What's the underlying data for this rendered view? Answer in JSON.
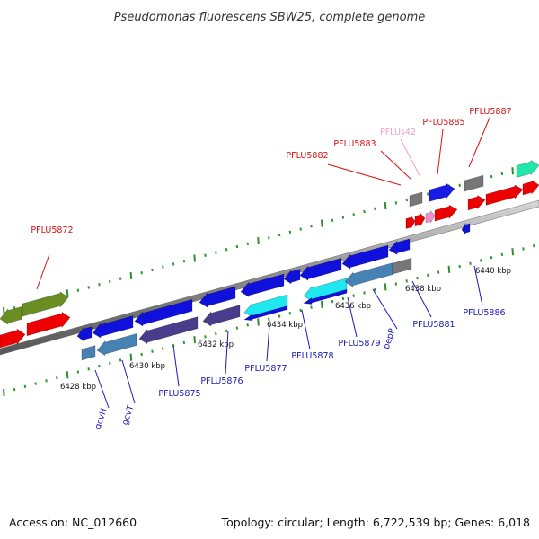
{
  "title": "Pseudomonas fluorescens SBW25, complete genome",
  "footer": {
    "accession": "Accession: NC_012660",
    "summary": "Topology: circular; Length: 6,722,539 bp; Genes: 6,018"
  },
  "colors": {
    "forward_label": "#dd1111",
    "reverse_label": "#1a1ab8",
    "pseudo_label": "#f0a0cc",
    "backbone": "#8a8a8a",
    "tick_minor": "#2a9a2a",
    "tick_major": "#2f8f2f"
  },
  "kbp_ticks": [
    {
      "label": "6428 kbp"
    },
    {
      "label": "6430 kbp"
    },
    {
      "label": "6432 kbp"
    },
    {
      "label": "6434 kbp"
    },
    {
      "label": "6436 kbp"
    },
    {
      "label": "6438 kbp"
    },
    {
      "label": "6440 kbp"
    }
  ],
  "forward_labels": [
    {
      "text": "PFLU5872"
    },
    {
      "text": "PFLU5882"
    },
    {
      "text": "PFLU5883"
    },
    {
      "text": "PFLUs42"
    },
    {
      "text": "PFLU5885"
    },
    {
      "text": "PFLU5887"
    }
  ],
  "reverse_labels": [
    {
      "text": "gcvH"
    },
    {
      "text": "gcvT"
    },
    {
      "text": "PFLU5875"
    },
    {
      "text": "PFLU5876"
    },
    {
      "text": "PFLU5877"
    },
    {
      "text": "PFLU5878"
    },
    {
      "text": "PFLU5879"
    },
    {
      "text": "pepP"
    },
    {
      "text": "PFLU5881"
    },
    {
      "text": "PFLU5886"
    }
  ]
}
